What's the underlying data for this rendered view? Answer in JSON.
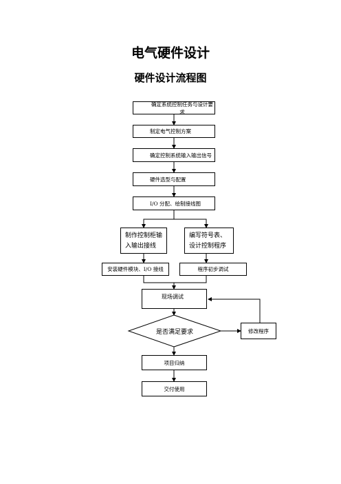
{
  "title": "电气硬件设计",
  "subtitle": "硬件设计流程图",
  "nodes": {
    "n1": "确定系统控制任务与设计要求",
    "n2": "制定电气控制方案",
    "n3": "确定控制系统输入输出信号",
    "n4": "硬件选型与配置",
    "n5": "I/O 分配、绘制接线图",
    "n6a": "制作控制柜输",
    "n6b": "入输出接线",
    "n7a": "编写符号表、",
    "n7b": "设计控制程序",
    "n8": "安装硬件模块、I/O 接线",
    "n9": "程序初步调试",
    "n10": "现场调试",
    "n11": "是否满足要求",
    "n12": "修改程序",
    "n13": "项目归纳",
    "n14": "交付使用"
  }
}
